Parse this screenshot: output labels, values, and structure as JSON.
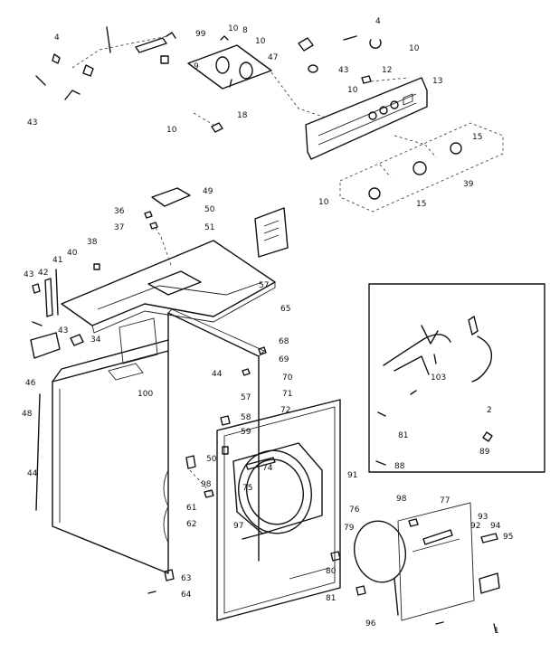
{
  "callouts": [
    {
      "text": "4"
    },
    {
      "text": "99"
    },
    {
      "text": "10"
    },
    {
      "text": "8"
    },
    {
      "text": "10"
    },
    {
      "text": "4"
    },
    {
      "text": "10"
    },
    {
      "text": "9"
    },
    {
      "text": "47"
    },
    {
      "text": "43"
    },
    {
      "text": "12"
    },
    {
      "text": "10"
    },
    {
      "text": "13"
    },
    {
      "text": "43"
    },
    {
      "text": "10"
    },
    {
      "text": "18"
    },
    {
      "text": "15"
    },
    {
      "text": "39"
    },
    {
      "text": "10"
    },
    {
      "text": "15"
    },
    {
      "text": "36"
    },
    {
      "text": "49"
    },
    {
      "text": "50"
    },
    {
      "text": "37"
    },
    {
      "text": "51"
    },
    {
      "text": "38"
    },
    {
      "text": "43"
    },
    {
      "text": "42"
    },
    {
      "text": "41"
    },
    {
      "text": "40"
    },
    {
      "text": "57"
    },
    {
      "text": "65"
    },
    {
      "text": "43"
    },
    {
      "text": "34"
    },
    {
      "text": "68"
    },
    {
      "text": "69"
    },
    {
      "text": "46"
    },
    {
      "text": "44"
    },
    {
      "text": "70"
    },
    {
      "text": "71"
    },
    {
      "text": "100"
    },
    {
      "text": "57"
    },
    {
      "text": "72"
    },
    {
      "text": "58"
    },
    {
      "text": "59"
    },
    {
      "text": "48"
    },
    {
      "text": "50"
    },
    {
      "text": "74"
    },
    {
      "text": "98"
    },
    {
      "text": "75"
    },
    {
      "text": "61"
    },
    {
      "text": "62"
    },
    {
      "text": "97"
    },
    {
      "text": "44"
    },
    {
      "text": "91"
    },
    {
      "text": "76"
    },
    {
      "text": "98"
    },
    {
      "text": "77"
    },
    {
      "text": "79"
    },
    {
      "text": "93"
    },
    {
      "text": "92"
    },
    {
      "text": "94"
    },
    {
      "text": "95"
    },
    {
      "text": "80"
    },
    {
      "text": "63"
    },
    {
      "text": "64"
    },
    {
      "text": "81"
    },
    {
      "text": "96"
    },
    {
      "text": "103"
    },
    {
      "text": "2"
    },
    {
      "text": "89"
    },
    {
      "text": "88"
    },
    {
      "text": "81"
    },
    {
      "text": "1"
    }
  ]
}
